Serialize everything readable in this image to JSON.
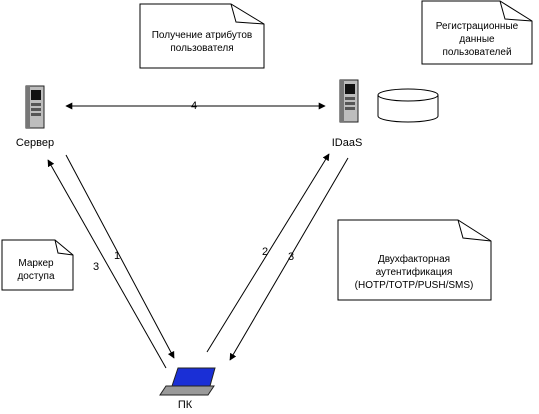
{
  "nodes": {
    "server": "Сервер",
    "idaas": "IDaaS",
    "pc": "ПК"
  },
  "notes": {
    "attributes": [
      "Получение атрибутов",
      "пользователя"
    ],
    "registration": [
      "Регистрационные",
      "данные",
      "пользователей"
    ],
    "token": [
      "Маркер",
      "доступа"
    ],
    "twofactor": [
      "Двухфакторная",
      "аутентификация",
      "(HOTP/TOTP/PUSH/SMS)"
    ]
  },
  "edge_labels": {
    "server_idaas": "4",
    "server_to_pc": "1",
    "pc_to_server": "3",
    "pc_to_idaas": "2",
    "idaas_to_pc": "3"
  },
  "colors": {
    "line": "#000000",
    "screen": "#1a2fd6",
    "case": "#9a9a9a"
  }
}
